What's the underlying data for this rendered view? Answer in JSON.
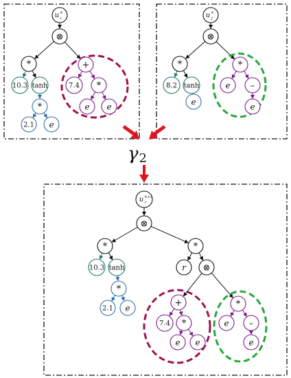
{
  "colors": {
    "black": "#111111",
    "teal": "#1f7a6a",
    "blue": "#2f6fb0",
    "purple": "#7a1a86",
    "crimson": "#a0104a",
    "green": "#24a83a",
    "red_arrow": "#e0141e"
  },
  "operator": {
    "symbol": "γ",
    "subscript": "2"
  },
  "tree_left": {
    "root": {
      "base": "u",
      "sup": "k",
      "sub": "i"
    },
    "op_top": "⊗",
    "mul_left": "*",
    "const_10_3": "10.3",
    "tanh": "tanh",
    "mul_inner": "*",
    "const_2_1": "2.1",
    "e_blue": "e",
    "plus": "+",
    "const_7_4": "7.4",
    "mul_purple": "*",
    "e_purple_1": "e",
    "e_purple_2": "e"
  },
  "tree_right": {
    "root": {
      "base": "u",
      "sup": "k",
      "sub": "j"
    },
    "op_top": "⊗",
    "mul_left": "*",
    "const_8_2": "8.2",
    "tanh": "tanh",
    "e_blue": "e",
    "mul_right": "*",
    "e_green": "e",
    "minus": "–",
    "e_green_2": "e"
  },
  "tree_result": {
    "root": {
      "base": "u",
      "sup": "k+1",
      "sub": "i"
    },
    "op_top": "⊗",
    "mul_left": "*",
    "const_10_3": "10.3",
    "tanh": "tanh",
    "mul_inner": "*",
    "const_2_1": "2.1",
    "e_blue": "e",
    "mul_right": "*",
    "r": "r",
    "op_mid": "⊗",
    "plus": "+",
    "const_7_4": "7.4",
    "mul_purple": "*",
    "e_purple_1": "e",
    "e_purple_2": "e",
    "mul_green": "*",
    "e_green": "e",
    "minus": "–",
    "e_green_2": "e"
  }
}
